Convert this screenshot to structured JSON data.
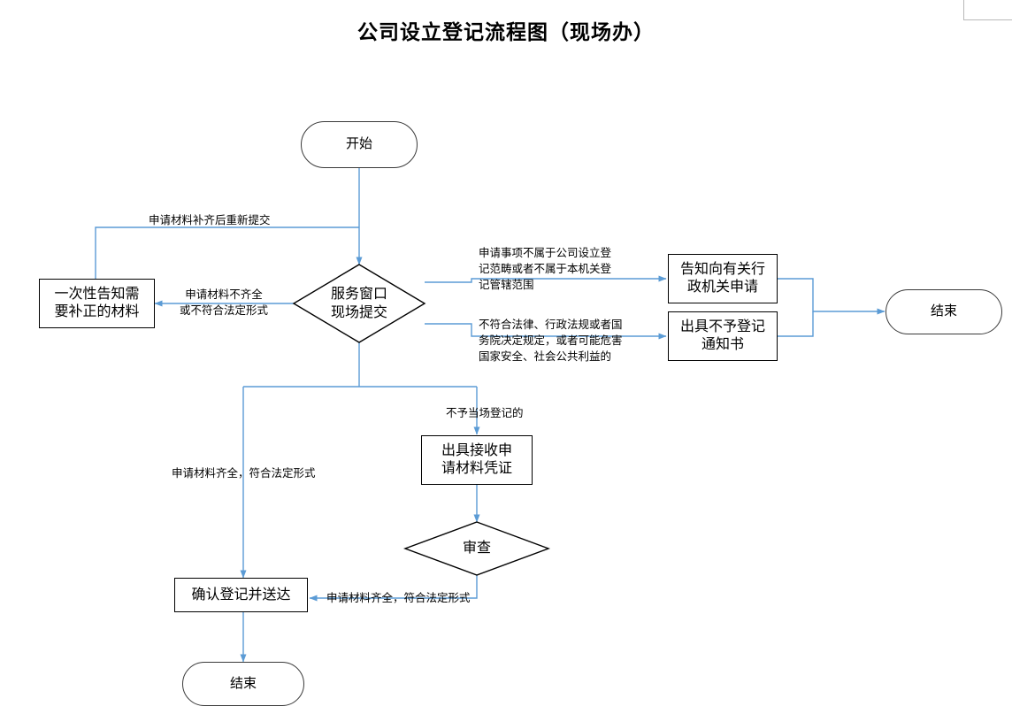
{
  "title": "公司设立登记流程图（现场办）",
  "colors": {
    "connector": "#5b9bd5",
    "node_border_dark": "#000000",
    "terminator_border": "#3a3a3a",
    "background": "#ffffff",
    "corner_mark": "#b8b8b8"
  },
  "nodes": {
    "start": {
      "label": "开始",
      "shape": "terminator"
    },
    "submit_decision": {
      "label": "服务窗口\n现场提交",
      "shape": "decision"
    },
    "notify_supplement": {
      "label": "一次性告知需\n要补正的材料",
      "shape": "process"
    },
    "inform_other_agency": {
      "label": "告知向有关行\n政机关申请",
      "shape": "process"
    },
    "issue_refusal_notice": {
      "label": "出具不予登记\n通知书",
      "shape": "process"
    },
    "end_right": {
      "label": "结束",
      "shape": "terminator"
    },
    "issue_receipt": {
      "label": "出具接收申\n请材料凭证",
      "shape": "process"
    },
    "review_decision": {
      "label": "审查",
      "shape": "decision"
    },
    "confirm_register": {
      "label": "确认登记并送达",
      "shape": "process"
    },
    "end_bottom": {
      "label": "结束",
      "shape": "terminator"
    }
  },
  "edge_labels": {
    "resubmit": "申请材料补齐后重新提交",
    "incomplete": "申请材料不齐全\n或不符合法定形式",
    "out_of_scope": "申请事项不属于公司设立登\n记范畴或者不属于本机关登\n记管辖范围",
    "illegal": "不符合法律、行政法规或者国\n务院决定规定，或者可能危害\n国家安全、社会公共利益的",
    "not_onsite": "不予当场登记的",
    "complete_left": "申请材料齐全，符合法定形式",
    "complete_review": "申请材料齐全，符合法定形式"
  },
  "icons": {
    "corner_mark": "page-corner-mark"
  }
}
